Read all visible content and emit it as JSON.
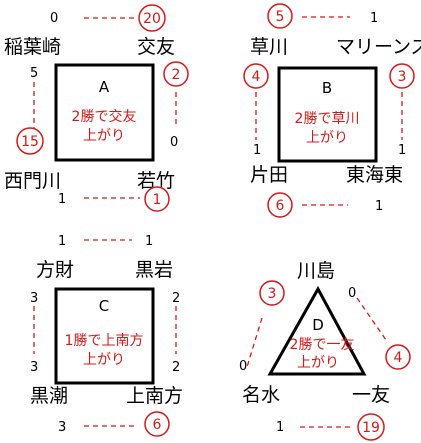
{
  "groups": [
    {
      "label": "A",
      "note": [
        "2勝で交友",
        "上がり"
      ],
      "teams": [
        "稲葉崎",
        "交友",
        "若竹",
        "西門川"
      ],
      "scores": [
        "0",
        "5",
        "0",
        "1"
      ],
      "match_numbers": [
        "20",
        "2",
        "1",
        "15"
      ]
    },
    {
      "label": "B",
      "note": [
        "2勝で草川",
        "上がり"
      ],
      "teams": [
        "草川",
        "マリーンズ",
        "東海東",
        "片田"
      ],
      "scores": [
        "1",
        "1",
        "1",
        "1"
      ],
      "match_numbers": [
        "5",
        "3",
        "6",
        "4"
      ]
    },
    {
      "label": "C",
      "note": [
        "1勝で上南方",
        "上がり"
      ],
      "teams": [
        "方財",
        "黒岩",
        "上南方",
        "黒潮"
      ],
      "scores": [
        "1",
        "1",
        "2",
        "2",
        "3",
        "3",
        "3"
      ],
      "match_numbers": [
        "6"
      ]
    },
    {
      "label": "D",
      "note": [
        "2勝で一友",
        "上がり"
      ],
      "teams": [
        "川島",
        "名水",
        "一友"
      ],
      "scores": [
        "0",
        "0",
        "1"
      ],
      "match_numbers": [
        "3",
        "4",
        "19"
      ]
    }
  ]
}
